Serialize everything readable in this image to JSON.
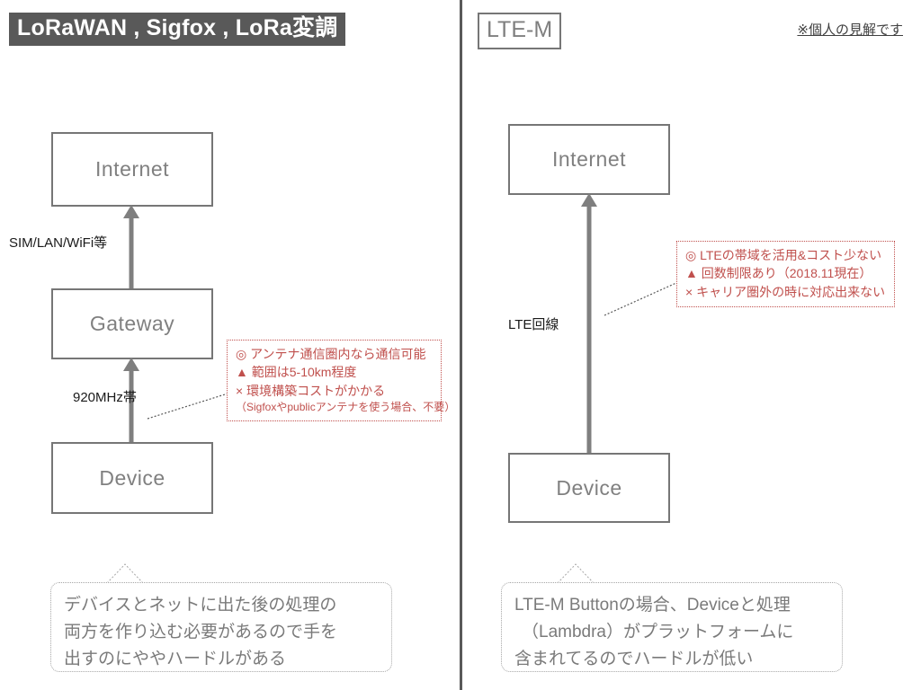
{
  "page": {
    "background": "#ffffff",
    "divider_color": "#595959"
  },
  "left_panel": {
    "title": "LoRaWAN , Sigfox , LoRa変調",
    "title_bg": "#595959",
    "title_color": "#ffffff",
    "nodes": [
      {
        "label": "Internet"
      },
      {
        "label": "Gateway"
      },
      {
        "label": "Device"
      }
    ],
    "edge_labels": [
      "SIM/LAN/WiFi等",
      "920MHz帯"
    ],
    "annotation": {
      "border_color": "#c0504d",
      "text_color": "#c0504d",
      "lines": [
        "◎ アンテナ通信圏内なら通信可能",
        "▲ 範囲は5-10km程度",
        "× 環境構築コストがかかる"
      ],
      "small_line": "（Sigfoxやpublicアンテナを使う場合、不要）"
    },
    "callout": {
      "lines": [
        "デバイスとネットに出た後の処理の",
        "両方を作り込む必要があるので手を",
        "出すのにややハードルがある"
      ]
    }
  },
  "right_panel": {
    "title": "LTE-M",
    "title_border_color": "#767676",
    "title_color": "#7f7f7f",
    "top_note": "※個人の見解です",
    "nodes": [
      {
        "label": "Internet"
      },
      {
        "label": "Device"
      }
    ],
    "edge_labels": [
      "LTE回線"
    ],
    "annotation": {
      "border_color": "#c0504d",
      "text_color": "#c0504d",
      "lines": [
        "◎ LTEの帯域を活用&コスト少ない",
        "▲ 回数制限あり（2018.11現在）",
        "× キャリア圏外の時に対応出来ない"
      ]
    },
    "callout": {
      "lines": [
        "LTE-M Buttonの場合、Deviceと処理",
        "（Lambdra）がプラットフォームに",
        "含まれてるのでハードルが低い"
      ]
    }
  }
}
